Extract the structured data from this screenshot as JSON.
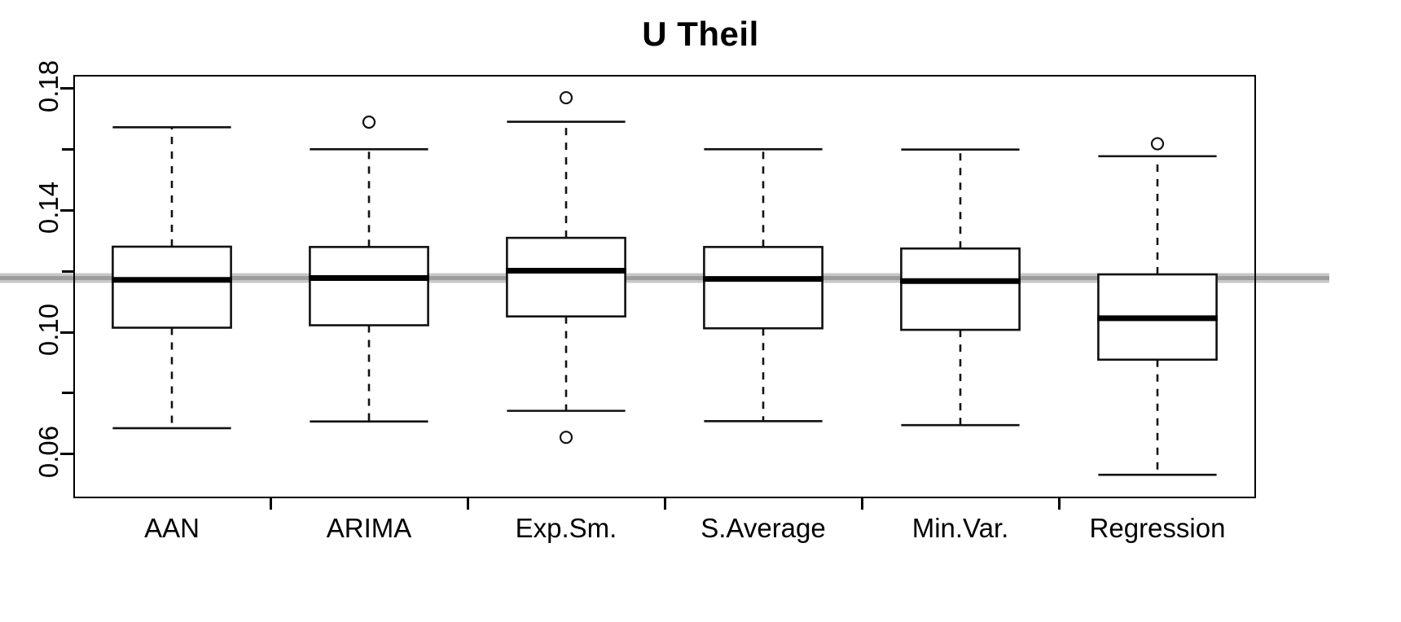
{
  "chart_data": {
    "type": "boxplot",
    "title": "U Theil",
    "xlabel": "",
    "ylabel": "",
    "ylim": [
      0.0455,
      0.1845
    ],
    "grid": false,
    "legend": "none",
    "y_ticks_major": [
      0.18,
      0.14,
      0.1,
      0.06
    ],
    "y_ticks_minor": [
      0.16,
      0.12,
      0.08
    ],
    "y_tick_labels": [
      "0.18",
      "0.14",
      "0.10",
      "0.06"
    ],
    "categories": [
      "AAN",
      "ARIMA",
      "Exp.Sm.",
      "S.Average",
      "Min.Var.",
      "Regression"
    ],
    "reference_line": {
      "value": 0.1178,
      "color": "#999999",
      "style": "thick-gray-band"
    },
    "boxes": [
      {
        "name": "AAN",
        "whisker_low": 0.0685,
        "q1": 0.1015,
        "median": 0.1172,
        "q3": 0.1281,
        "whisker_high": 0.1673,
        "outliers": []
      },
      {
        "name": "ARIMA",
        "whisker_low": 0.0707,
        "q1": 0.1023,
        "median": 0.1178,
        "q3": 0.128,
        "whisker_high": 0.1601,
        "outliers": [
          0.169
        ]
      },
      {
        "name": "Exp.Sm.",
        "whisker_low": 0.0742,
        "q1": 0.1052,
        "median": 0.1202,
        "q3": 0.131,
        "whisker_high": 0.1691,
        "outliers": [
          0.177,
          0.0655
        ]
      },
      {
        "name": "S.Average",
        "whisker_low": 0.0708,
        "q1": 0.1013,
        "median": 0.1175,
        "q3": 0.128,
        "whisker_high": 0.1601,
        "outliers": []
      },
      {
        "name": "Min.Var.",
        "whisker_low": 0.0695,
        "q1": 0.1008,
        "median": 0.1168,
        "q3": 0.1275,
        "whisker_high": 0.16,
        "outliers": []
      },
      {
        "name": "Regression",
        "whisker_low": 0.0532,
        "q1": 0.091,
        "median": 0.1046,
        "q3": 0.119,
        "whisker_high": 0.1578,
        "outliers": [
          0.1619
        ]
      }
    ]
  }
}
